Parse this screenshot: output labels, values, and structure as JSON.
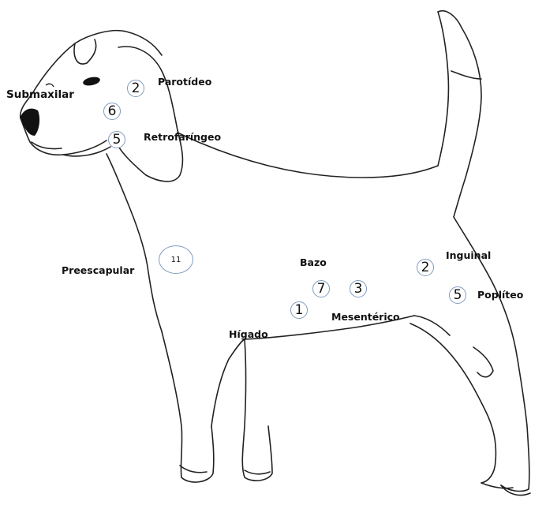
{
  "labels": {
    "submaxilar": "Submaxilar",
    "parotideo": "Parotídeo",
    "retrofaringeo": "Retrofaríngeo",
    "preescapular": "Preescapular",
    "bazo": "Bazo",
    "inguinal": "Inguinal",
    "popliteo": "Poplíteo",
    "mesenterico": "Mesentérico",
    "higado": "Hígado"
  },
  "counts": {
    "parotideo": "2",
    "submaxilar": "6",
    "retrofaringeo": "5",
    "preescapular": "11",
    "bazo": "7",
    "mesenterico": "3",
    "higado": "1",
    "inguinal": "2",
    "popliteo": "5"
  },
  "colors": {
    "outline": "#222222",
    "circle_border": "#7f9bbf",
    "nose": "#111111"
  }
}
